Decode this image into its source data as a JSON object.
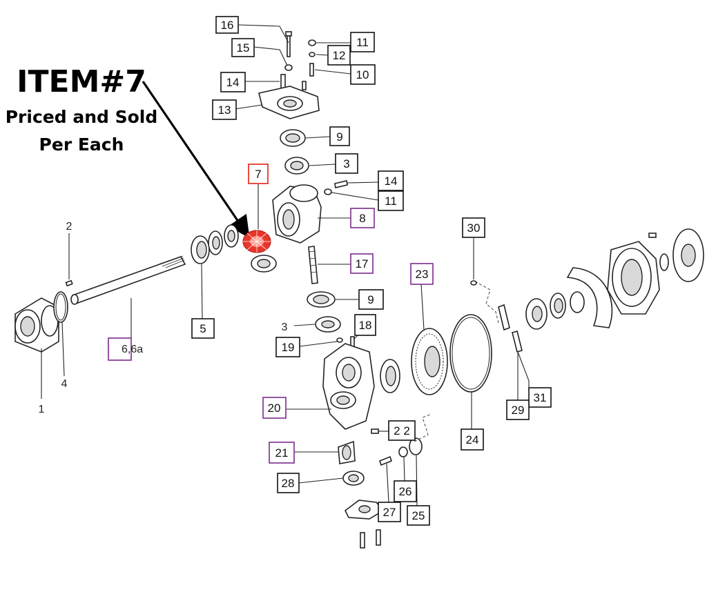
{
  "heading": {
    "title": "ITEM#7",
    "line1": "Priced and Sold",
    "line2": "Per Each"
  },
  "colors": {
    "highlight": "#e8362a",
    "purple_box": "#7a2a8a",
    "black_box": "#111111"
  },
  "callouts": [
    {
      "id": "c16",
      "label": "16",
      "style": "black"
    },
    {
      "id": "c15",
      "label": "15",
      "style": "black"
    },
    {
      "id": "c11a",
      "label": "11",
      "style": "black"
    },
    {
      "id": "c12",
      "label": "12",
      "style": "black"
    },
    {
      "id": "c10",
      "label": "10",
      "style": "black"
    },
    {
      "id": "c14a",
      "label": "14",
      "style": "black"
    },
    {
      "id": "c13",
      "label": "13",
      "style": "black"
    },
    {
      "id": "c9a",
      "label": "9",
      "style": "black"
    },
    {
      "id": "c3a",
      "label": "3",
      "style": "black"
    },
    {
      "id": "c7",
      "label": "7",
      "style": "red"
    },
    {
      "id": "c14b",
      "label": "14",
      "style": "black"
    },
    {
      "id": "c11b",
      "label": "11",
      "style": "black"
    },
    {
      "id": "c8",
      "label": "8",
      "style": "purple"
    },
    {
      "id": "c17",
      "label": "17",
      "style": "purple"
    },
    {
      "id": "c30",
      "label": "30",
      "style": "black"
    },
    {
      "id": "c23",
      "label": "23",
      "style": "purple"
    },
    {
      "id": "c9b",
      "label": "9",
      "style": "black"
    },
    {
      "id": "c5",
      "label": "5",
      "style": "black"
    },
    {
      "id": "c3b",
      "label": "3",
      "style": "plain"
    },
    {
      "id": "c18",
      "label": "18",
      "style": "black"
    },
    {
      "id": "c19",
      "label": "19",
      "style": "black"
    },
    {
      "id": "c6",
      "label": "6,6a",
      "style": "purple"
    },
    {
      "id": "c20",
      "label": "20",
      "style": "purple"
    },
    {
      "id": "c22",
      "label": "2 2",
      "style": "black"
    },
    {
      "id": "c21",
      "label": "21",
      "style": "purple"
    },
    {
      "id": "c24",
      "label": "24",
      "style": "black"
    },
    {
      "id": "c31",
      "label": "31",
      "style": "black"
    },
    {
      "id": "c29",
      "label": "29",
      "style": "black"
    },
    {
      "id": "c28",
      "label": "28",
      "style": "black"
    },
    {
      "id": "c26",
      "label": "26",
      "style": "black"
    },
    {
      "id": "c27",
      "label": "27",
      "style": "black"
    },
    {
      "id": "c25",
      "label": "25",
      "style": "black"
    },
    {
      "id": "c1",
      "label": "1",
      "style": "plain"
    },
    {
      "id": "c2",
      "label": "2",
      "style": "plain"
    },
    {
      "id": "c4",
      "label": "4",
      "style": "plain"
    }
  ]
}
